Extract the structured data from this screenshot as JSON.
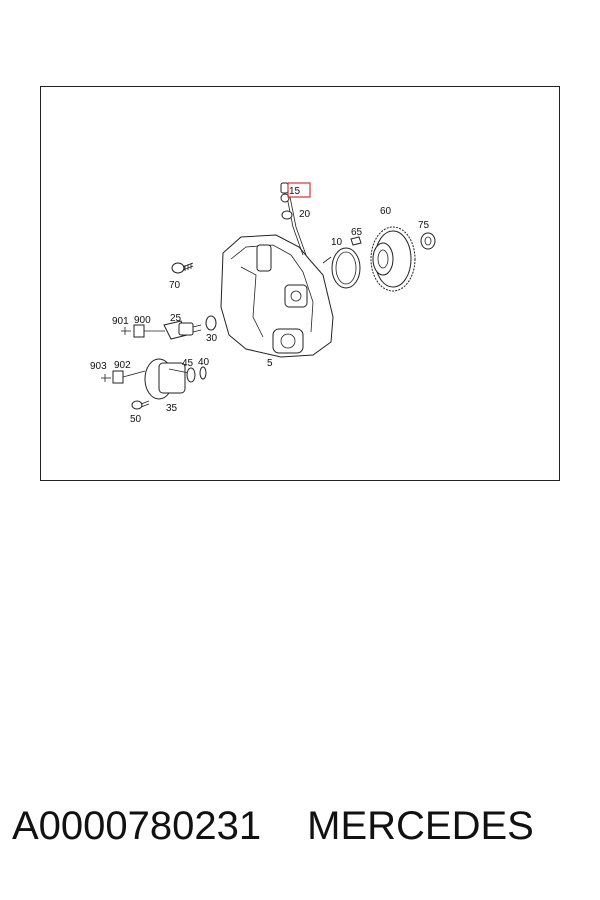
{
  "diagram": {
    "labels": {
      "p15": "15",
      "p20": "20",
      "p10": "10",
      "p65": "65",
      "p60": "60",
      "p75": "75",
      "p70": "70",
      "p901": "901",
      "p900": "900",
      "p25": "25",
      "p30": "30",
      "p5": "5",
      "p903": "903",
      "p902": "902",
      "p45": "45",
      "p40": "40",
      "p35": "35",
      "p50": "50"
    },
    "highlight_color": "#e03030"
  },
  "caption": {
    "part_number": "A0000780231",
    "brand": "MERCEDES"
  }
}
